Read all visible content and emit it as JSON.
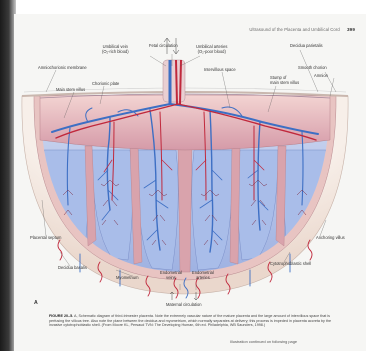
{
  "header": {
    "running_title": "Ultrasound of the Placenta and Umbilical Cord",
    "page_number": "399"
  },
  "figure": {
    "labels": {
      "umbilical_vein": "Umbilical vein\n(O₂-rich blood)",
      "fetal_circulation": "Fetal circulation",
      "umbilical_arteries": "Umbilical arteries\n(O₂-poor blood)",
      "decidua_parietalis": "Decidua parietalis",
      "amniochorionic_membrane": "Amniochorionic membrane",
      "smooth_chorion": "Smooth chorion",
      "amnion": "Amnion",
      "chorionic_plate": "Chorionic plate",
      "intervillous_space": "Intervillous space",
      "main_stem_villus": "Main stem villus",
      "stump_main_stem_villus": "Stump of\nmain stem villus",
      "placental_septum": "Placental septum",
      "anchoring_villus": "Anchoring villus",
      "decidua_basalis": "Decidua basalis",
      "cytotrophoblastic_shell": "Cytotrophoblastic shell",
      "myometrium": "Myometrium",
      "endometrial_veins": "Endometrial\nveins",
      "endometrial_arteries": "Endometrial\narteries",
      "maternal_circulation": "Maternal circulation"
    },
    "letter": "A",
    "caption_title": "FIGURE 20–5.",
    "caption_text": "A, Schematic diagram of third-trimester placenta. Note the extremely vascular nature of the mature placenta and the large amount of intervillous space that is perfusing the villous tree. Also note the plane between the decidua and myometrium, which normally separates at delivery; this process is impeded in placenta accreta by the invasive cytotrophoblastic shell. (From Moore KL, Persaud TVN: The Developing Human, 6th ed. Philadelphia, WB Saunders, 1998.)",
    "continued": "Illustration continued on following page"
  },
  "colors": {
    "myometrium": "#f1e6df",
    "decidua": "#ddaaae",
    "intervillous": "#b8c6ea",
    "vein": "#3d6fc4",
    "artery": "#c0283c"
  }
}
